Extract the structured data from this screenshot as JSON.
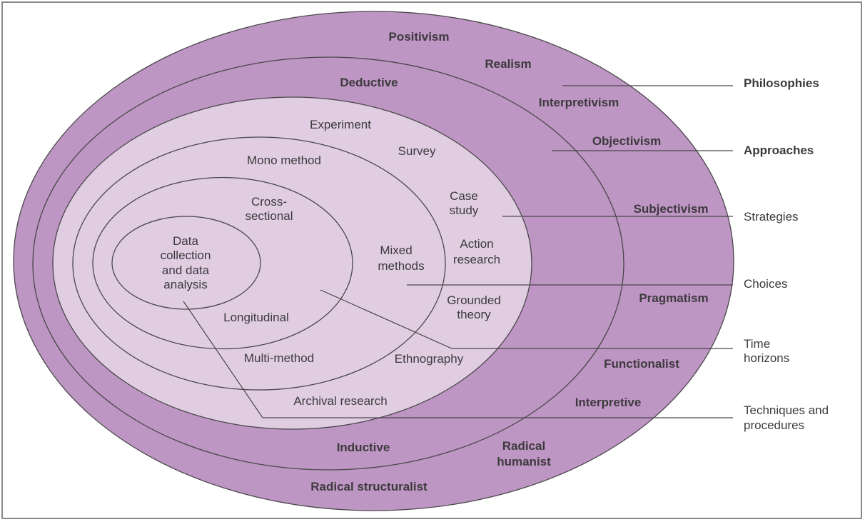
{
  "title": "Research onion",
  "colors": {
    "outer_layer": "#BE96C3",
    "inner_layer": "#E0CDE2",
    "ink": "#3D3A3E",
    "frame": "#8A8A8A"
  },
  "layers": [
    {
      "name": "Philosophies",
      "items": [
        "Positivism",
        "Realism",
        "Interpretivism",
        "Objectivism",
        "Subjectivism",
        "Pragmatism",
        "Functionalist",
        "Interpretive",
        "Radical humanist",
        "Radical structuralist"
      ]
    },
    {
      "name": "Approaches",
      "items": [
        "Deductive",
        "Inductive"
      ]
    },
    {
      "name": "Strategies",
      "items": [
        "Experiment",
        "Survey",
        "Case study",
        "Action research",
        "Grounded theory",
        "Ethnography",
        "Archival research"
      ]
    },
    {
      "name": "Choices",
      "items": [
        "Mono method",
        "Mixed methods",
        "Multi-method"
      ]
    },
    {
      "name": "Time horizons",
      "items": [
        "Cross-sectional",
        "Longitudinal"
      ]
    },
    {
      "name": "Techniques and procedures",
      "items": [
        "Data collection and data analysis"
      ]
    }
  ],
  "labels": {
    "positivism": "Positivism",
    "realism": "Realism",
    "interpretivism": "Interpretivism",
    "objectivism": "Objectivism",
    "subjectivism": "Subjectivism",
    "pragmatism": "Pragmatism",
    "functionalist": "Functionalist",
    "interpretive": "Interpretive",
    "radical_humanist_1": "Radical",
    "radical_humanist_2": "humanist",
    "radical_structuralist": "Radical structuralist",
    "deductive": "Deductive",
    "inductive": "Inductive",
    "experiment": "Experiment",
    "survey": "Survey",
    "case_study_1": "Case",
    "case_study_2": "study",
    "action_research_1": "Action",
    "action_research_2": "research",
    "grounded_theory_1": "Grounded",
    "grounded_theory_2": "theory",
    "ethnography": "Ethnography",
    "archival_research": "Archival research",
    "mono_method": "Mono method",
    "mixed_methods_1": "Mixed",
    "mixed_methods_2": "methods",
    "multi_method": "Multi-method",
    "cross_sectional_1": "Cross-",
    "cross_sectional_2": "sectional",
    "longitudinal": "Longitudinal",
    "data_1": "Data",
    "data_2": "collection",
    "data_3": "and data",
    "data_4": "analysis"
  },
  "side_labels": {
    "philosophies": "Philosophies",
    "approaches": "Approaches",
    "strategies": "Strategies",
    "choices": "Choices",
    "time_horizons_1": "Time",
    "time_horizons_2": "horizons",
    "techniques_1": "Techniques and",
    "techniques_2": "procedures"
  }
}
